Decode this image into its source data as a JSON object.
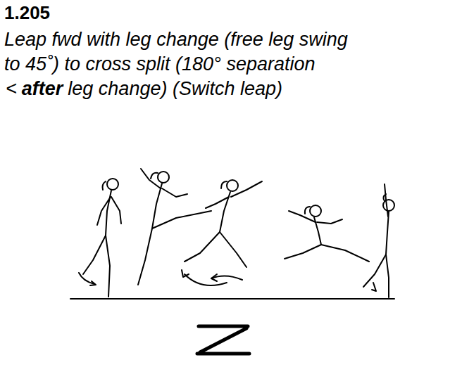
{
  "diagram": {
    "title": "1.205",
    "labels": [
      "Leap fwd with leg change (free leg swing",
      "to 45˚) to cross split (180° separation",
      "<",
      "after",
      "leg change) (Switch leap)"
    ]
  }
}
